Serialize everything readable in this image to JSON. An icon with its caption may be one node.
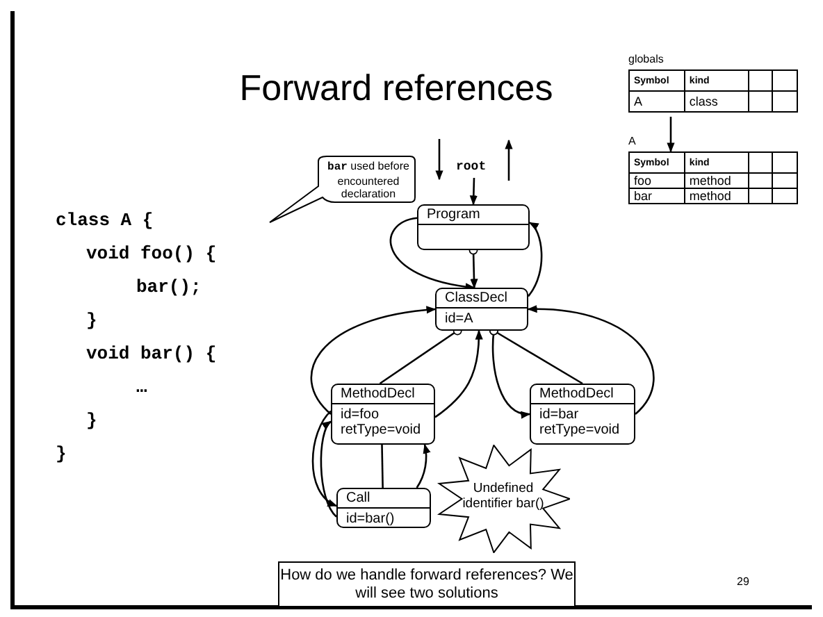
{
  "diagram": {
    "title": "Forward references",
    "nodes": [
      {
        "text": [
          "Program"
        ]
      },
      {
        "text": [
          "ClassDecl",
          "id=A"
        ]
      },
      {
        "text": [
          "MethodDecl",
          "id=foo retType=void"
        ]
      },
      {
        "text": [
          "MethodDecl",
          "id=bar retType=void"
        ]
      },
      {
        "text": [
          "Call",
          "id=bar()"
        ]
      },
      {
        "text": [
          "Undefined identifier bar()"
        ]
      },
      {
        "text": [
          "**bar** used before encountered declaration"
        ]
      },
      {
        "text": [
          "globals"
        ]
      },
      {
        "text": [
          "A"
        ]
      },
      {
        "text": [
          "How do we handle forward references? We will see two solutions"
        ]
      }
    ],
    "edges": [
      {
        "from": null,
        "to": 0,
        "arrow": "to",
        "label": "root"
      },
      {
        "from": 0,
        "to": 1,
        "arrow": "to"
      },
      {
        "from": 0,
        "to": 1,
        "arrow": "to"
      },
      {
        "from": 1,
        "to": 0,
        "arrow": "to"
      },
      {
        "from": 1,
        "to": 2,
        "arrow": "other"
      },
      {
        "from": 1,
        "to": 3,
        "arrow": "other"
      },
      {
        "from": 1,
        "to": 3,
        "arrow": "to"
      },
      {
        "from": 2,
        "to": 1,
        "arrow": "to"
      },
      {
        "from": 2,
        "to": 1,
        "arrow": "to"
      },
      {
        "from": 3,
        "to": 1,
        "arrow": "to"
      },
      {
        "from": 2,
        "to": 4,
        "arrow": "to"
      },
      {
        "from": 4,
        "to": 2,
        "arrow": "to"
      },
      {
        "from": 2,
        "to": 4,
        "arrow": "none"
      },
      {
        "from": 4,
        "to": 2,
        "arrow": "to"
      },
      {
        "from": 7,
        "to": 8,
        "arrow": "to"
      }
    ],
    "labels": [
      "class A {",
      "void foo() {",
      "bar();",
      "}",
      "void bar() {",
      "…",
      "}",
      "}",
      "Symbol",
      "kind",
      "A",
      "class",
      "Symbol",
      "kind",
      "foo",
      "method",
      "bar",
      "method",
      "29"
    ]
  }
}
